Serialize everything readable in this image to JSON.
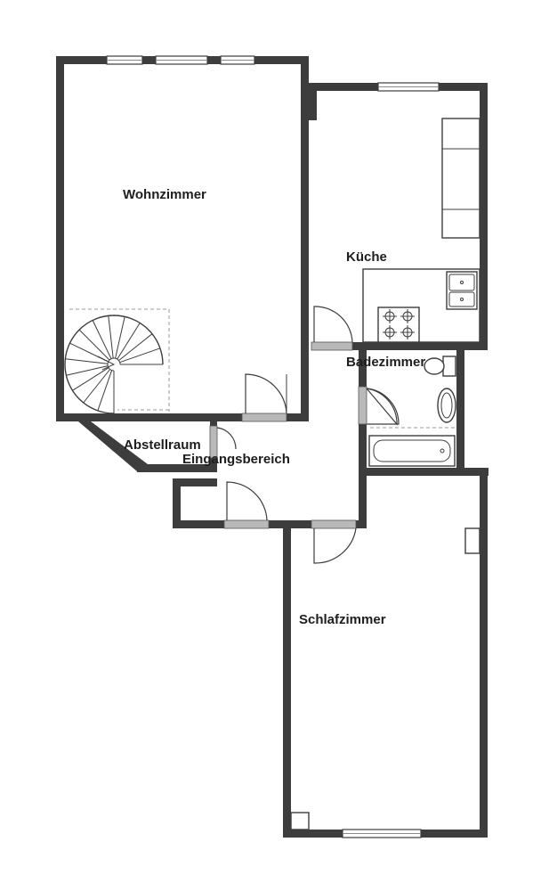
{
  "rooms": {
    "wohnzimmer": "Wohnzimmer",
    "kueche": "Küche",
    "badezimmer": "Badezimmer",
    "abstellraum": "Abstellraum",
    "eingangsbereich": "Eingangsbereich",
    "schlafzimmer": "Schlafzimmer"
  },
  "colors": {
    "wall": "#3d3d3d",
    "door_leaf": "#b9b9b9",
    "background": "#ffffff"
  }
}
